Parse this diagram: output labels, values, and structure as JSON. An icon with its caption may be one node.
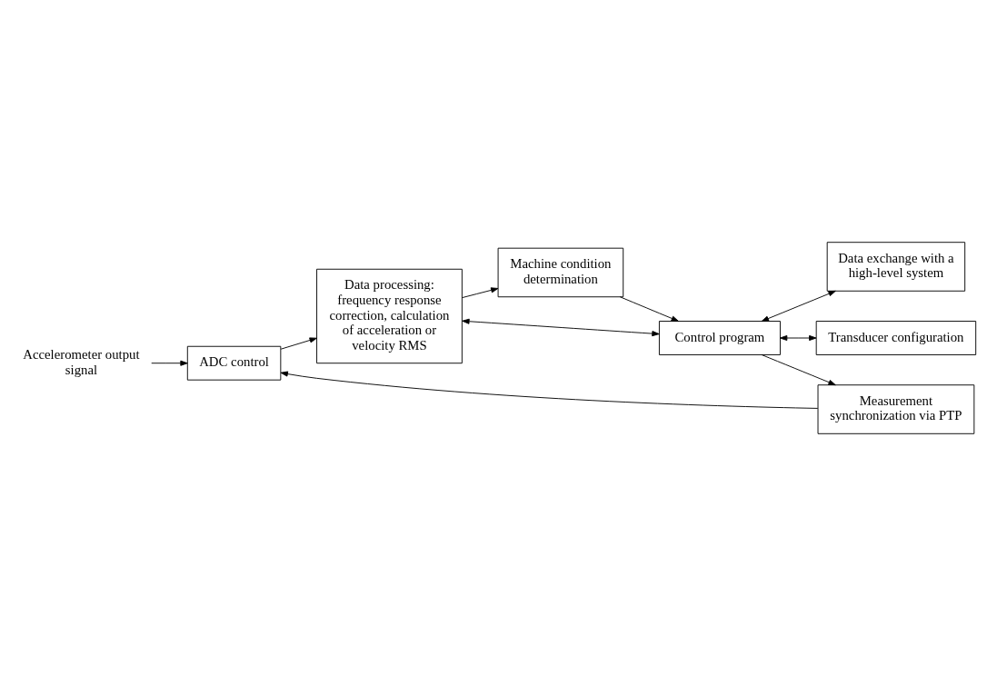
{
  "diagram": {
    "nodes": [
      {
        "text": [
          "Accelerometer output signal"
        ]
      },
      {
        "text": [
          "ADC control"
        ]
      },
      {
        "text": [
          "Data processing: frequency response correction, calculation of acceleration or velocity RMS"
        ]
      },
      {
        "text": [
          "Machine condition determination"
        ]
      },
      {
        "text": [
          "Measurement synchronization via PTP"
        ]
      },
      {
        "text": [
          "Control program"
        ]
      },
      {
        "text": [
          "Data exchange with a high-level system"
        ]
      },
      {
        "text": [
          "Transducer configuration"
        ]
      }
    ],
    "edges": [
      {
        "from": 0,
        "to": 1,
        "arrow": "to"
      },
      {
        "from": 1,
        "to": 2,
        "arrow": "to"
      },
      {
        "from": 2,
        "to": 3,
        "arrow": "to"
      },
      {
        "from": 2,
        "to": 5,
        "arrow": "both"
      },
      {
        "from": 3,
        "to": 5,
        "arrow": "to"
      },
      {
        "from": 5,
        "to": 4,
        "arrow": "to"
      },
      {
        "from": 4,
        "to": 1,
        "arrow": "to"
      },
      {
        "from": 5,
        "to": 6,
        "arrow": "both"
      },
      {
        "from": 5,
        "to": 7,
        "arrow": "both"
      }
    ]
  }
}
